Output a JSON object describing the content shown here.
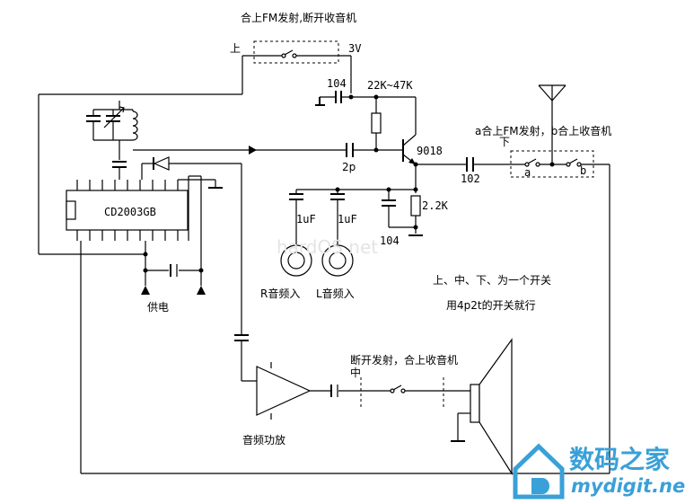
{
  "labels": {
    "title_top": "合上FM发射,断开收音机",
    "upper": "上",
    "v3": "3V",
    "c104_top": "104",
    "resistor_range": "22K~47K",
    "transistor": "9018",
    "cap_2p": "2p",
    "cap_102": "102",
    "antenna_switch": "a合上FM发射，b合上收音机",
    "lower": "下",
    "switch_a": "a",
    "switch_b": "b",
    "chip": "CD2003GB",
    "res_2k2": "2.2K",
    "cap_1uf_r": "1uF",
    "cap_1uf_l": "1uF",
    "c104_bottom": "104",
    "r_input": "R音频入",
    "l_input": "L音频入",
    "power": "供电",
    "note_line1": "上、中、下、为一个开关",
    "note_line2": "用4p2t的开关就行",
    "mid_switch": "断开发射，合上收音机",
    "middle": "中",
    "amp": "音频功放"
  },
  "watermark": {
    "faint_text": "hardOS net",
    "brand_cn": "数码之家",
    "brand_url": "mydigit.net",
    "brand_color": "#3aa0d8"
  }
}
